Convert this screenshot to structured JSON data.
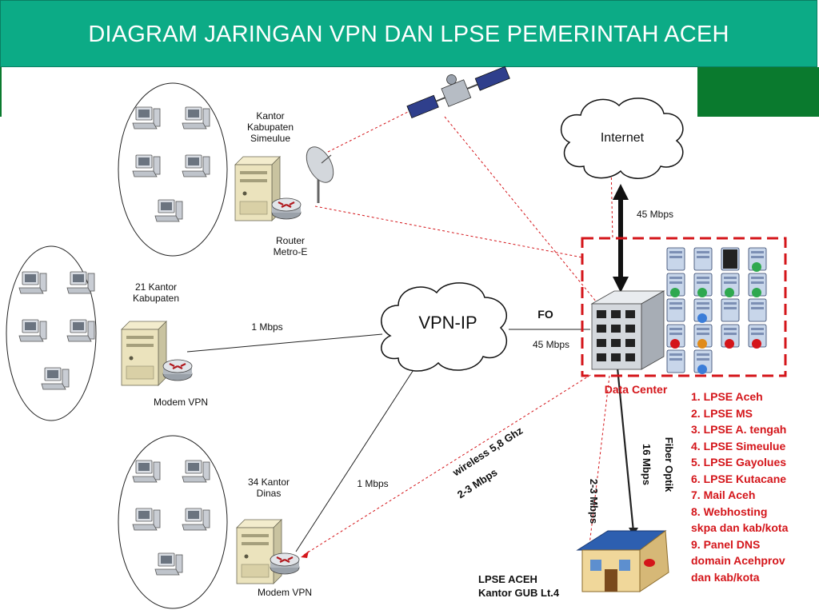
{
  "title": "DIAGRAM JARINGAN VPN DAN LPSE PEMERINTAH ACEH",
  "nodes": {
    "simeulue": {
      "label_lines": [
        "Kantor",
        "Kabupaten",
        "Simeulue"
      ],
      "router_label_lines": [
        "Router",
        "Metro-E"
      ]
    },
    "kabupaten": {
      "label_lines": [
        "21 Kantor",
        "Kabupaten"
      ],
      "modem_label": "Modem VPN"
    },
    "dinas": {
      "label_lines": [
        "34 Kantor",
        "Dinas"
      ],
      "modem_label": "Modem VPN"
    },
    "vpn_cloud": "VPN-IP",
    "internet_cloud": "Internet",
    "data_center": "Data Center",
    "lpse_building": {
      "label_lines": [
        "LPSE ACEH",
        "Kantor GUB Lt.4"
      ]
    }
  },
  "links": {
    "kabupaten_vpn": "1 Mbps",
    "dinas_vpn": "1 Mbps",
    "vpn_datacenter": "45 Mbps",
    "fo": "FO",
    "internet_datacenter": "45 Mbps",
    "wireless_1": "wireless 5,8 Ghz",
    "wireless_2": "2-3 Mbps",
    "fiber_1": "Fiber Optik",
    "fiber_2": "16 Mbps",
    "dc_building": "2-3 Mbps"
  },
  "services": [
    "1. LPSE Aceh",
    "2. LPSE MS",
    "3. LPSE A. tengah",
    "4. LPSE Simeulue",
    "5. LPSE Gayolues",
    "6. LPSE Kutacane",
    "7. Mail Aceh",
    "8. Webhosting",
    "skpa dan kab/kota",
    "9. Panel DNS",
    "domain Acehprov",
    "dan kab/kota"
  ],
  "colors": {
    "header": "#0cab86",
    "accent": "#0a7a2e",
    "highlight": "#d4151a"
  }
}
